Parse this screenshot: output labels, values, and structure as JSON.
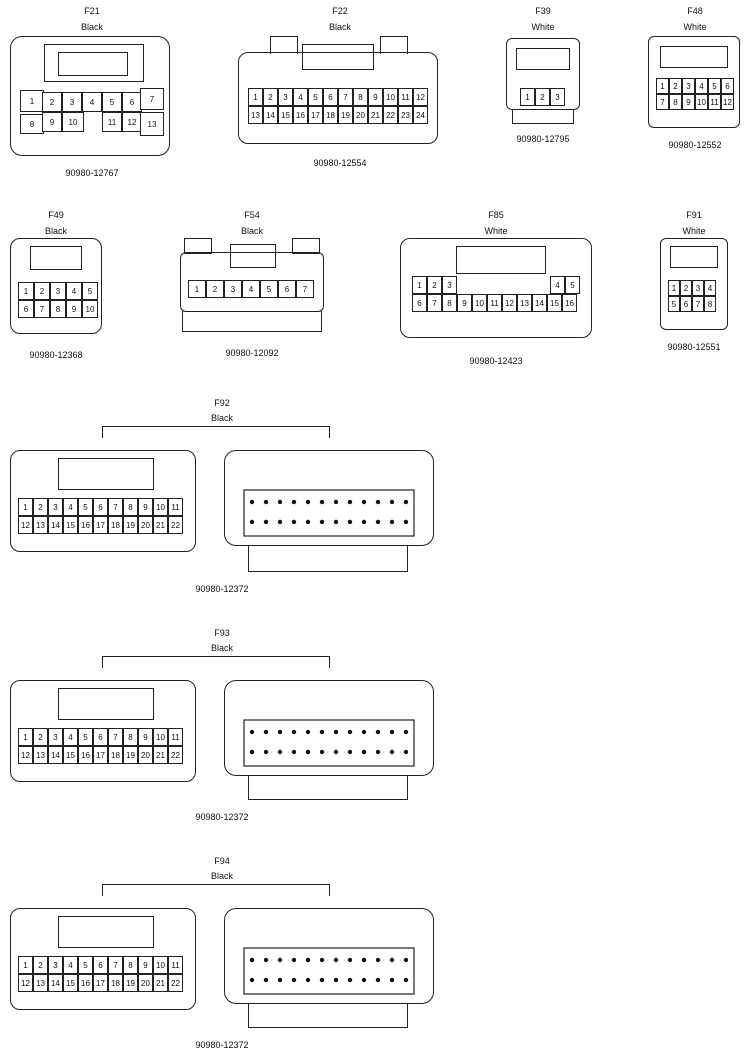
{
  "connectors": [
    {
      "id": "F21",
      "color": "Black",
      "part": "90980-12767",
      "pins": [
        "1",
        "2",
        "3",
        "4",
        "5",
        "6",
        "7",
        "8",
        "9",
        "10",
        "11",
        "12",
        "13"
      ]
    },
    {
      "id": "F22",
      "color": "Black",
      "part": "90980-12554",
      "pins": [
        "1",
        "2",
        "3",
        "4",
        "5",
        "6",
        "7",
        "8",
        "9",
        "10",
        "11",
        "12",
        "13",
        "14",
        "15",
        "16",
        "17",
        "18",
        "19",
        "20",
        "21",
        "22",
        "23",
        "24"
      ]
    },
    {
      "id": "F39",
      "color": "White",
      "part": "90980-12795",
      "pins": [
        "1",
        "2",
        "3"
      ]
    },
    {
      "id": "F48",
      "color": "White",
      "part": "90980-12552",
      "pins": [
        "1",
        "2",
        "3",
        "4",
        "5",
        "6",
        "7",
        "8",
        "9",
        "10",
        "11",
        "12"
      ]
    },
    {
      "id": "F49",
      "color": "Black",
      "part": "90980-12368",
      "pins": [
        "1",
        "2",
        "3",
        "4",
        "5",
        "6",
        "7",
        "8",
        "9",
        "10"
      ]
    },
    {
      "id": "F54",
      "color": "Black",
      "part": "90980-12092",
      "pins": [
        "1",
        "2",
        "3",
        "4",
        "5",
        "6",
        "7"
      ]
    },
    {
      "id": "F85",
      "color": "White",
      "part": "90980-12423",
      "pins": [
        "1",
        "2",
        "3",
        "4",
        "5",
        "6",
        "7",
        "8",
        "9",
        "10",
        "11",
        "12",
        "13",
        "14",
        "15",
        "16"
      ]
    },
    {
      "id": "F91",
      "color": "White",
      "part": "90980-12551",
      "pins": [
        "1",
        "2",
        "3",
        "4",
        "5",
        "6",
        "7",
        "8"
      ]
    },
    {
      "id": "F92",
      "color": "Black",
      "part": "90980-12372",
      "pins": [
        "1",
        "2",
        "3",
        "4",
        "5",
        "6",
        "7",
        "8",
        "9",
        "10",
        "11",
        "12",
        "13",
        "14",
        "15",
        "16",
        "17",
        "18",
        "19",
        "20",
        "21",
        "22"
      ]
    },
    {
      "id": "F93",
      "color": "Black",
      "part": "90980-12372",
      "pins": [
        "1",
        "2",
        "3",
        "4",
        "5",
        "6",
        "7",
        "8",
        "9",
        "10",
        "11",
        "12",
        "13",
        "14",
        "15",
        "16",
        "17",
        "18",
        "19",
        "20",
        "21",
        "22"
      ]
    },
    {
      "id": "F94",
      "color": "Black",
      "part": "90980-12372",
      "pins": [
        "1",
        "2",
        "3",
        "4",
        "5",
        "6",
        "7",
        "8",
        "9",
        "10",
        "11",
        "12",
        "13",
        "14",
        "15",
        "16",
        "17",
        "18",
        "19",
        "20",
        "21",
        "22"
      ]
    }
  ]
}
